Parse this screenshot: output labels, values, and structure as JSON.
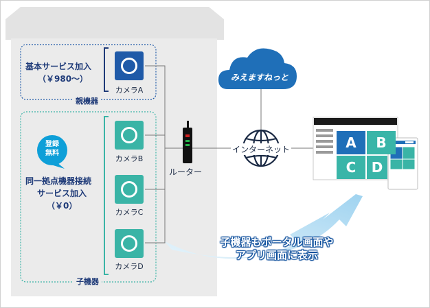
{
  "parent_group": {
    "service_line1": "基本サービス加入",
    "service_line2": "（￥980〜）",
    "group_label": "親機器",
    "camera_label": "カメラA"
  },
  "child_group": {
    "badge_line1": "登録",
    "badge_line2": "無料",
    "service_line1": "同一拠点機器接続",
    "service_line2": "サービス加入",
    "service_line3": "（￥0）",
    "group_label": "子機器",
    "cameras": [
      "カメラB",
      "カメラC",
      "カメラD"
    ]
  },
  "router_label": "ルーター",
  "internet_label": "インターネット",
  "cloud_label": "みえますねっと",
  "display_tiles": [
    "A",
    "B",
    "C",
    "D"
  ],
  "callout_line1": "子機器もポータル画面や",
  "callout_line2": "アプリ画面に表示",
  "colors": {
    "parent_icon": "#1f5aa8",
    "child_icon": "#3ab4a6",
    "navy_text": "#1e3a78",
    "cloud": "#1f6fb8",
    "badge": "#0e9fd8",
    "arrow": "#a9d7f1"
  }
}
